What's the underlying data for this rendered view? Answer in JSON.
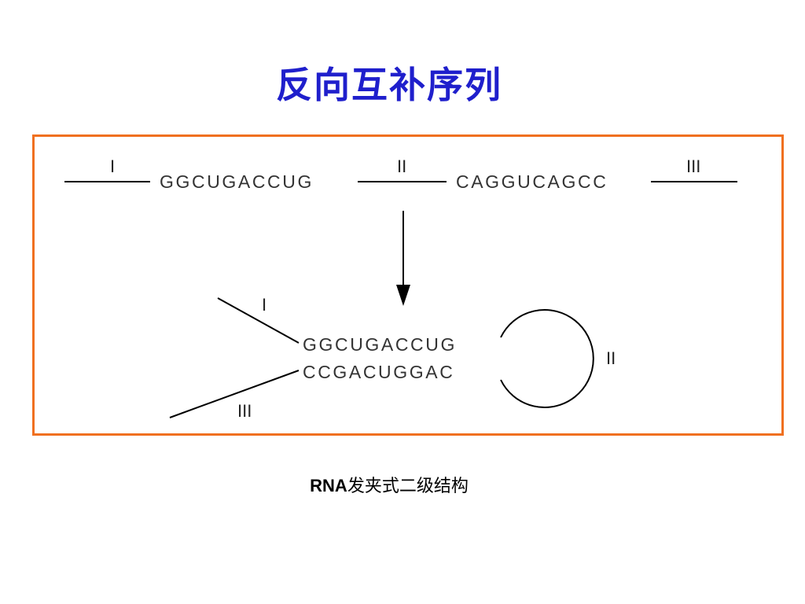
{
  "title": "反向互补序列",
  "diagram": {
    "linear": {
      "region_labels": [
        "I",
        "II",
        "III"
      ],
      "seq_left": "GGCUGACCUG",
      "seq_right": "CAGGUCAGCC"
    },
    "hairpin": {
      "top_strand": "GGCUGACCUG",
      "bottom_strand": "CCGACUGGAC",
      "label_top_arm": "I",
      "label_loop": "II",
      "label_bottom_arm": "III"
    }
  },
  "caption": {
    "bold": "RNA",
    "rest": "发夹式二级结构"
  },
  "colors": {
    "title": "#1f1fcc",
    "frame": "#f07020",
    "lines": "#000000"
  }
}
